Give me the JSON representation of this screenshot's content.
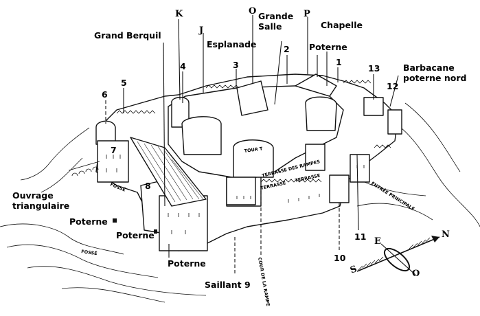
{
  "labels": {
    "grande_salle": "Grande\nSalle",
    "chapelle": "Chapelle",
    "grand_berquil": "Grand Berquil",
    "esplanade": "Esplanade",
    "poterne_top": "Poterne",
    "barbacane": "Barbacane\npoterne nord",
    "ouvrage": "Ouvrage\ntriangulaire",
    "poterne_left1": "Poterne",
    "poterne_left2": "Poterne",
    "poterne_bottom": "Poterne",
    "saillant": "Saillant 9"
  },
  "letters": {
    "k": "K",
    "j": "J",
    "o": "O",
    "p": "P"
  },
  "numbers": {
    "n1": "1",
    "n2": "2",
    "n3": "3",
    "n4": "4",
    "n5": "5",
    "n6": "6",
    "n7": "7",
    "n8": "8",
    "n10": "10",
    "n11": "11",
    "n12": "12",
    "n13": "13"
  },
  "inscriptions": {
    "tour_t": "TOUR T",
    "terrasse1": "TERRASSE",
    "terrasse2": "TERRASSE",
    "rampe": "TERRASSE DES RAMPES",
    "entree": "ENTRÉE PRINCIPALE",
    "fosse": "FOSSÉ",
    "fosse2": "FOSSÉ",
    "cour": "COUR DE LA RAMPE"
  },
  "compass": {
    "n": "N",
    "e": "E",
    "s": "S",
    "o": "O"
  }
}
